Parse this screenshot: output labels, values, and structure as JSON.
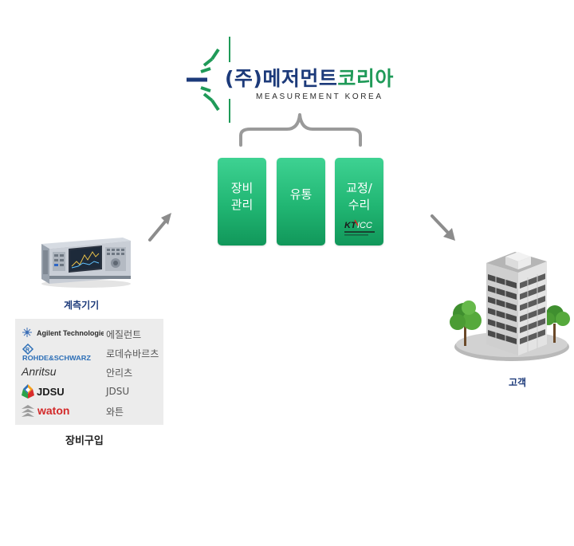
{
  "logo": {
    "name_part1": "(주)메저먼트",
    "name_part2": "코리아",
    "subtitle": "MEASUREMENT KOREA"
  },
  "services": [
    {
      "line1": "장비",
      "line2": "관리"
    },
    {
      "line1": "유통",
      "line2": ""
    },
    {
      "line1": "교정/",
      "line2": "수리",
      "badge": "KT ICC"
    }
  ],
  "instrument": {
    "label": "계측기기"
  },
  "vendors": [
    {
      "logo": "Agilent Technologies",
      "name": "에질런트"
    },
    {
      "logo": "ROHDE&SCHWARZ",
      "name": "로데슈바르츠"
    },
    {
      "logo": "Anritsu",
      "name": "안리츠"
    },
    {
      "logo": "JDSU",
      "name": "JDSU"
    },
    {
      "logo": "waton",
      "name": "와튼"
    }
  ],
  "purchase": {
    "label": "장비구입"
  },
  "customer": {
    "label": "고객"
  },
  "colors": {
    "brand_navy": "#1c3a7a",
    "brand_green": "#1f9a58",
    "box_green": "#21b673",
    "arrow_gray": "#8c8c8c",
    "panel_gray": "#ececec"
  }
}
